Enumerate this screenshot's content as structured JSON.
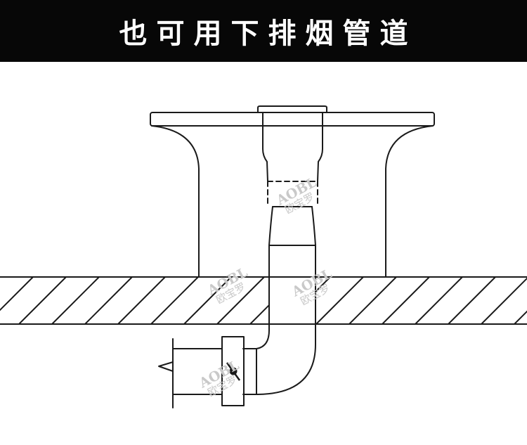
{
  "header": {
    "title": "也可用下排烟管道"
  },
  "watermark": {
    "latin": "AOBL",
    "cjk": "欧宝罗",
    "color": "#c9c9c9"
  },
  "colors": {
    "header_bg": "#070707",
    "header_text": "#ffffff",
    "line": "#1a1a1a",
    "background": "#ffffff"
  }
}
